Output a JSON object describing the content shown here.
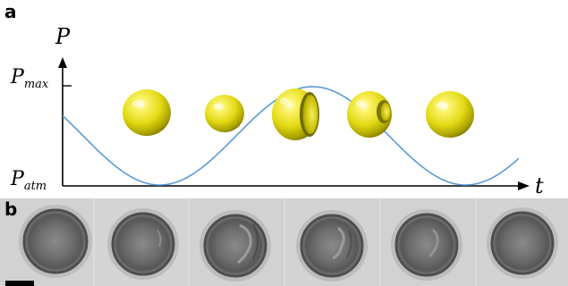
{
  "panel_a": {
    "label": "a",
    "y_axis_symbol": "P",
    "x_axis_symbol": "t",
    "p_max": {
      "base": "P",
      "sub": "max"
    },
    "p_atm": {
      "base": "P",
      "sub": "atm"
    },
    "bubble_states": [
      "full-sphere",
      "full-sphere",
      "open-shell",
      "open-shell",
      "full-sphere"
    ],
    "colors": {
      "curve": "#5b9bd5",
      "bubble": "#e6e015",
      "axis": "#000000"
    }
  },
  "panel_b": {
    "label": "b",
    "frame_count": 6,
    "frames": [
      "intact",
      "intact",
      "disrupted",
      "disrupted",
      "disrupted",
      "intact"
    ],
    "colors": {
      "background": "#d3d3d3",
      "particle": "#6e6e6e",
      "scale_bar": "#000000"
    }
  }
}
